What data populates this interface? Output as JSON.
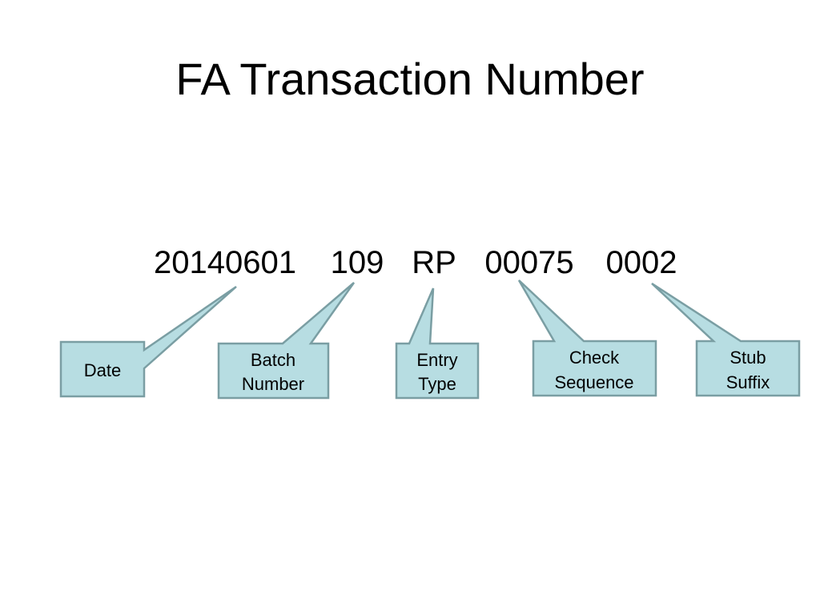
{
  "slide": {
    "title": "FA Transaction Number"
  },
  "transaction_number": {
    "segments": [
      "20140601",
      "109",
      "RP",
      "00075",
      "0002"
    ]
  },
  "callouts": [
    {
      "key": "date",
      "lines": [
        "Date"
      ]
    },
    {
      "key": "batch-number",
      "lines": [
        "Batch",
        "Number"
      ]
    },
    {
      "key": "entry-type",
      "lines": [
        "Entry",
        "Type"
      ]
    },
    {
      "key": "check-sequence",
      "lines": [
        "Check",
        "Sequence"
      ]
    },
    {
      "key": "stub-suffix",
      "lines": [
        "Stub",
        "Suffix"
      ]
    }
  ],
  "colors": {
    "callout_fill": "#b7dde2",
    "callout_border": "#7a9ea3"
  }
}
